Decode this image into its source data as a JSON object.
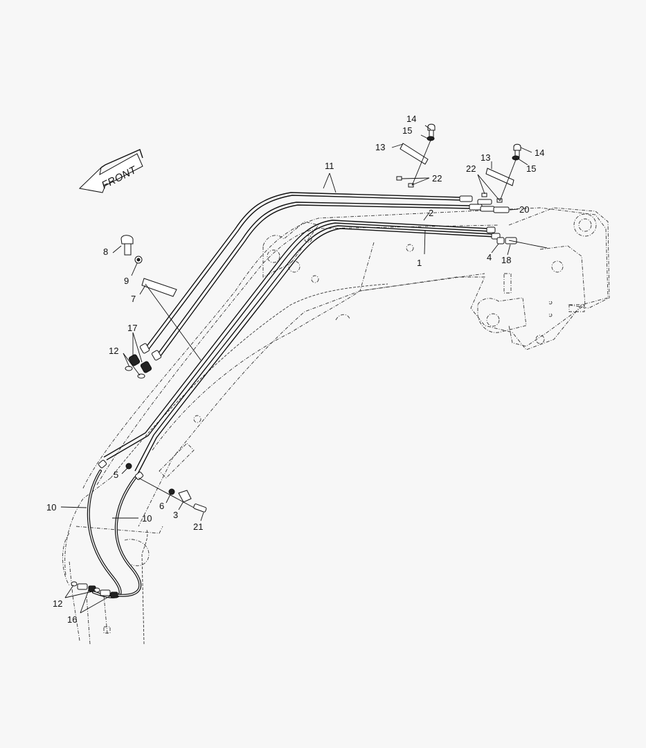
{
  "diagram": {
    "type": "exploded-parts-diagram",
    "subject": "Excavator boom hydraulic lines",
    "background": "#f7f7f7",
    "line_color": "#111111",
    "direction_arrow": {
      "text": "FRONT"
    },
    "callouts": [
      {
        "id": "c1",
        "label": "1"
      },
      {
        "id": "c2",
        "label": "2"
      },
      {
        "id": "c3",
        "label": "3"
      },
      {
        "id": "c4",
        "label": "4"
      },
      {
        "id": "c5",
        "label": "5"
      },
      {
        "id": "c6",
        "label": "6"
      },
      {
        "id": "c7",
        "label": "7"
      },
      {
        "id": "c8",
        "label": "8"
      },
      {
        "id": "c9",
        "label": "9"
      },
      {
        "id": "c10a",
        "label": "10"
      },
      {
        "id": "c10b",
        "label": "10"
      },
      {
        "id": "c11",
        "label": "11"
      },
      {
        "id": "c12a",
        "label": "12"
      },
      {
        "id": "c12b",
        "label": "12"
      },
      {
        "id": "c13a",
        "label": "13"
      },
      {
        "id": "c13b",
        "label": "13"
      },
      {
        "id": "c14a",
        "label": "14"
      },
      {
        "id": "c14b",
        "label": "14"
      },
      {
        "id": "c15a",
        "label": "15"
      },
      {
        "id": "c15b",
        "label": "15"
      },
      {
        "id": "c16",
        "label": "16"
      },
      {
        "id": "c17",
        "label": "17"
      },
      {
        "id": "c18",
        "label": "18"
      },
      {
        "id": "c20",
        "label": "20"
      },
      {
        "id": "c21",
        "label": "21"
      },
      {
        "id": "c22a",
        "label": "22"
      },
      {
        "id": "c22b",
        "label": "22"
      }
    ]
  }
}
